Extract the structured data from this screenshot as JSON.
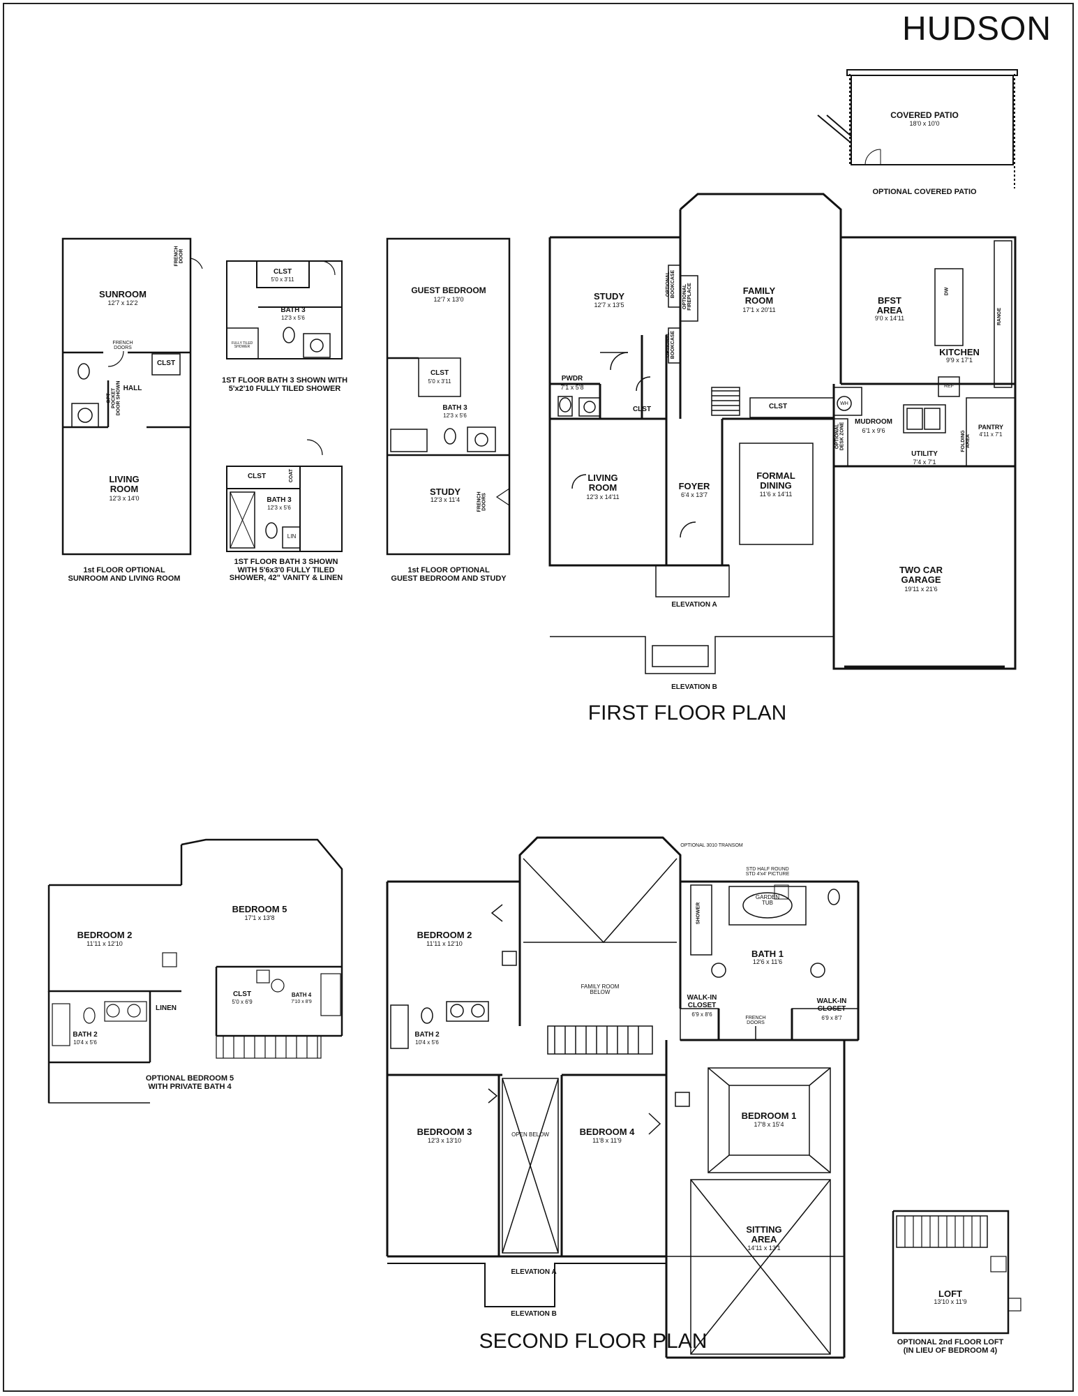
{
  "title": "HUDSON",
  "plans": {
    "first_floor_heading": "FIRST FLOOR PLAN",
    "second_floor_heading": "SECOND FLOOR PLAN"
  },
  "covered_patio": {
    "label": "COVERED PATIO",
    "dims": "18'0 x 10'0",
    "caption": "OPTIONAL COVERED PATIO"
  },
  "first_floor": {
    "study": {
      "label": "STUDY",
      "dims": "12'7 x 13'5"
    },
    "family_room": {
      "label": "FAMILY\nROOM",
      "dims": "17'1 x 20'11"
    },
    "bfst_area": {
      "label": "BFST\nAREA",
      "dims": "9'0 x 14'11"
    },
    "kitchen": {
      "label": "KITCHEN",
      "dims": "9'9 x 17'1"
    },
    "pwdr": {
      "label": "PWDR",
      "dims": "7'1 x 5'8"
    },
    "clst_a": "CLST",
    "clst_b": "CLST",
    "living_room": {
      "label": "LIVING\nROOM",
      "dims": "12'3 x 14'11"
    },
    "foyer": {
      "label": "FOYER",
      "dims": "6'4 x 13'7"
    },
    "formal_dining": {
      "label": "FORMAL\nDINING",
      "dims": "11'6 x 14'11"
    },
    "mudroom": {
      "label": "MUDROOM",
      "dims": "6'1 x 9'6"
    },
    "utility": {
      "label": "UTILITY",
      "dims": "7'4 x 7'1"
    },
    "pantry": {
      "label": "PANTRY",
      "dims": "4'11 x 7'1"
    },
    "garage": {
      "label": "TWO CAR\nGARAGE",
      "dims": "19'11 x 21'6"
    },
    "wh": "WH",
    "ref": "REF",
    "range": "RANGE",
    "dw": "DW",
    "bookcase_1": "OPTIONAL\nBOOKCASE",
    "bookcase_2": "OPTIONAL\nBOOKCASE",
    "fireplace": "OPTIONAL\nFIREPLACE",
    "desk": "OPTIONAL\nDESK ZONE",
    "folding": "FOLDING\nAREA",
    "elevation_a": "ELEVATION A",
    "elevation_b": "ELEVATION B"
  },
  "option_sunroom": {
    "sunroom": {
      "label": "SUNROOM",
      "dims": "12'7 x 12'2"
    },
    "french_doors": "FRENCH\nDOORS",
    "french_door": "FRENCH\nDOOR",
    "clst": "CLST",
    "hall": "HALL",
    "pocket": "OPT\nPOCKET\nDOOR SHOWN",
    "living_room": {
      "label": "LIVING\nROOM",
      "dims": "12'3 x 14'0"
    },
    "caption": "1st FLOOR OPTIONAL\nSUNROOM AND LIVING ROOM"
  },
  "option_bath3_a": {
    "clst": {
      "label": "CLST",
      "dims": "5'0 x 3'11"
    },
    "bath": {
      "label": "BATH 3",
      "dims": "12'3 x 5'6"
    },
    "shower": "FULLY TILED\nSHOWER",
    "caption": "1ST FLOOR BATH 3 SHOWN WITH\n5'x2'10 FULLY TILED SHOWER"
  },
  "option_bath3_b": {
    "clst": "CLST",
    "coat": "COAT",
    "bath": {
      "label": "BATH 3",
      "dims": "12'3 x 5'6"
    },
    "lin": "LIN",
    "caption": "1ST FLOOR BATH 3 SHOWN\nWITH 5'6x3'0 FULLY TILED\nSHOWER, 42\" VANITY & LINEN"
  },
  "option_guest": {
    "guest_bedroom": {
      "label": "GUEST BEDROOM",
      "dims": "12'7 x 13'0"
    },
    "clst": {
      "label": "CLST",
      "dims": "5'0 x 3'11"
    },
    "bath": {
      "label": "BATH 3",
      "dims": "12'3 x 5'6"
    },
    "study": {
      "label": "STUDY",
      "dims": "12'3 x 11'4"
    },
    "french": "FRENCH\nDOORS",
    "caption": "1st FLOOR OPTIONAL\nGUEST BEDROOM AND STUDY"
  },
  "option_bedroom5": {
    "bedroom2": {
      "label": "BEDROOM 2",
      "dims": "11'11 x 12'10"
    },
    "bedroom5": {
      "label": "BEDROOM 5",
      "dims": "17'1 x 13'8"
    },
    "clst": {
      "label": "CLST",
      "dims": "5'0 x 6'9"
    },
    "bath4": {
      "label": "BATH 4",
      "dims": "7'10 x 8'9"
    },
    "linen": "LINEN",
    "bath2": {
      "label": "BATH 2",
      "dims": "10'4 x 5'6"
    },
    "caption": "OPTIONAL BEDROOM 5\nWITH PRIVATE BATH 4"
  },
  "second_floor": {
    "bedroom2": {
      "label": "BEDROOM 2",
      "dims": "11'11 x 12'10"
    },
    "family_below": "FAMILY ROOM\nBELOW",
    "bath2": {
      "label": "BATH 2",
      "dims": "10'4 x 5'6"
    },
    "bath1": {
      "label": "BATH 1",
      "dims": "12'6 x 11'6"
    },
    "walkin_l": {
      "label": "WALK-IN\nCLOSET",
      "dims": "6'9 x 8'6"
    },
    "walkin_r": {
      "label": "WALK-IN\nCLOSET",
      "dims": "6'9 x 8'7"
    },
    "french": "FRENCH\nDOORS",
    "shower": "SHOWER",
    "garden_tub": "GARDEN\nTUB",
    "transom": "OPTIONAL 3010 TRANSOM",
    "half_round": "STD HALF ROUND\nSTD 4'x4' PICTURE",
    "bedroom3": {
      "label": "BEDROOM 3",
      "dims": "12'3 x 13'10"
    },
    "open_below": "OPEN BELOW",
    "bedroom4": {
      "label": "BEDROOM 4",
      "dims": "11'8 x 11'9"
    },
    "bedroom1": {
      "label": "BEDROOM 1",
      "dims": "17'8 x 15'4"
    },
    "sitting": {
      "label": "SITTING\nAREA",
      "dims": "14'11 x 13'1"
    },
    "elevation_a": "ELEVATION A",
    "elevation_b": "ELEVATION B"
  },
  "option_loft": {
    "loft": {
      "label": "LOFT",
      "dims": "13'10 x 11'9"
    },
    "caption": "OPTIONAL 2nd FLOOR LOFT\n(IN LIEU OF BEDROOM 4)"
  }
}
